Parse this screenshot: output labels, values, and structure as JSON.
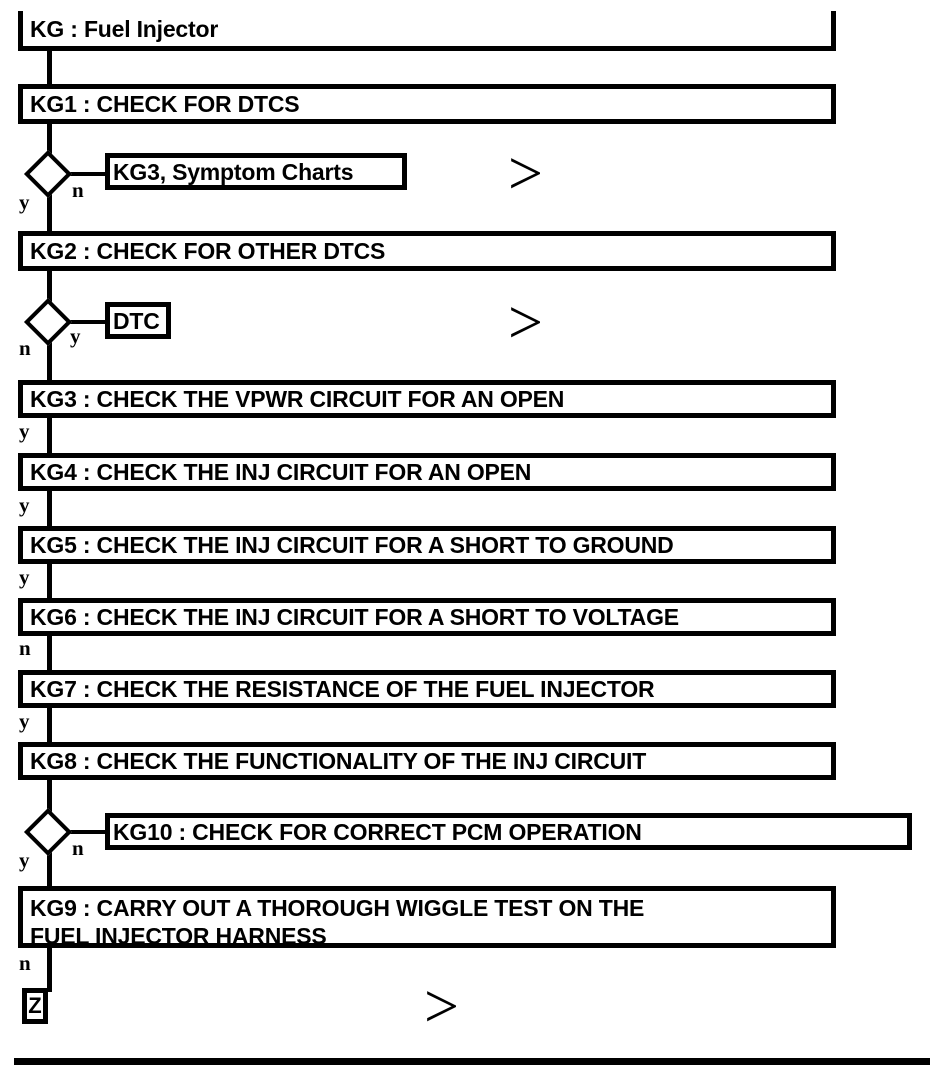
{
  "chart_title": "KG : Fuel Injector",
  "diagram": {
    "type": "flowchart",
    "title": "KG : Fuel Injector",
    "colors": {
      "line": "#000000",
      "background": "#ffffff",
      "text": "#000000"
    },
    "steps": [
      {
        "id": "KG",
        "label": "KG : Fuel Injector"
      },
      {
        "id": "KG1",
        "label": "KG1 : CHECK FOR DTCS"
      },
      {
        "id": "KG2",
        "label": "KG2 : CHECK FOR OTHER DTCS"
      },
      {
        "id": "KG3",
        "label": "KG3 : CHECK THE VPWR CIRCUIT FOR AN OPEN"
      },
      {
        "id": "KG4",
        "label": "KG4 : CHECK THE INJ CIRCUIT FOR AN OPEN"
      },
      {
        "id": "KG5",
        "label": "KG5 : CHECK THE INJ CIRCUIT FOR A SHORT TO GROUND"
      },
      {
        "id": "KG6",
        "label": "KG6 : CHECK THE INJ CIRCUIT FOR A SHORT TO VOLTAGE"
      },
      {
        "id": "KG7",
        "label": "KG7 : CHECK THE RESISTANCE OF THE FUEL INJECTOR"
      },
      {
        "id": "KG8",
        "label": "KG8 : CHECK THE FUNCTIONALITY OF THE INJ CIRCUIT"
      },
      {
        "id": "KG9",
        "label": "KG9 : CARRY OUT A THOROUGH WIGGLE TEST ON THE\nFUEL INJECTOR HARNESS"
      }
    ],
    "references": [
      {
        "id": "ref-kg3-symptom-charts",
        "label": "KG3, Symptom Charts"
      },
      {
        "id": "ref-dtc",
        "label": "DTC"
      },
      {
        "id": "ref-kg10",
        "label": "KG10 : CHECK FOR CORRECT PCM OPERATION"
      }
    ],
    "terminal": {
      "id": "Z",
      "label": "Z"
    },
    "decisions": [
      {
        "id": "decision-1",
        "yes": "y",
        "no": "n",
        "yes_side": "left",
        "no_side": "right"
      },
      {
        "id": "decision-2",
        "yes": "y",
        "no": "n",
        "yes_side": "right",
        "no_side": "left"
      },
      {
        "id": "decision-3",
        "yes": "y",
        "no": "n",
        "yes_side": "left",
        "no_side": "right"
      }
    ],
    "branch_letters": {
      "d1_y": "y",
      "d1_n": "n",
      "d2_n": "n",
      "d2_y": "y",
      "kg3_y": "y",
      "kg4_y": "y",
      "kg5_y": "y",
      "kg6_n": "n",
      "kg7_y": "y",
      "d3_y": "y",
      "d3_n": "n",
      "kg9_n": "n"
    },
    "offpage_markers": [
      {
        "id": "offpage-1",
        "glyph": ">"
      },
      {
        "id": "offpage-2",
        "glyph": ">"
      },
      {
        "id": "offpage-3",
        "glyph": ">"
      }
    ]
  }
}
